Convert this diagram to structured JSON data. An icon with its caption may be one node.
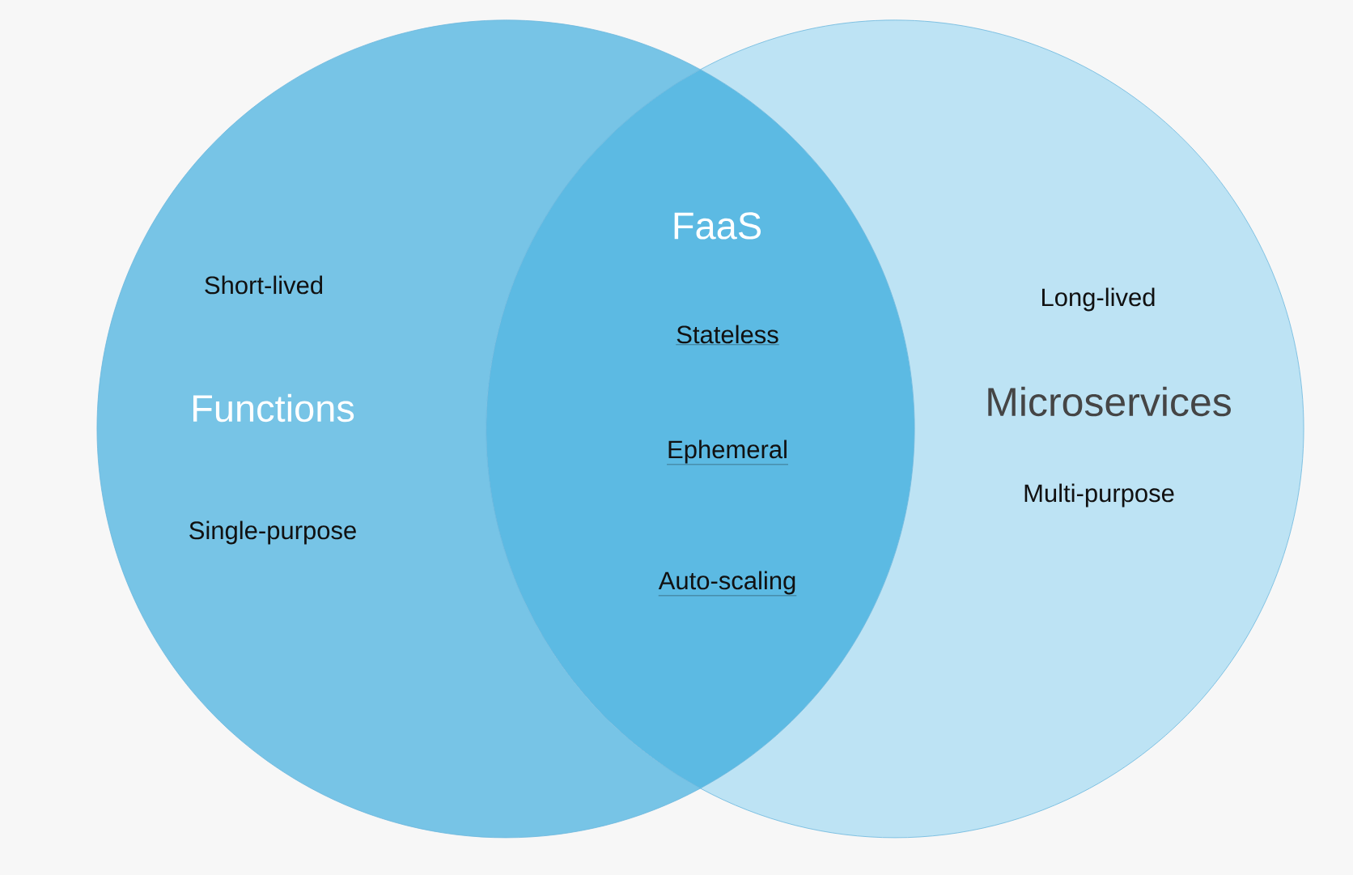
{
  "diagram": {
    "nodes": [
      {
        "text": [
          "Short-lived",
          "Functions",
          "Single-purpose"
        ]
      },
      {
        "text": [
          "Long-lived",
          "Microservices",
          "Multi-purpose"
        ]
      },
      {
        "text": [
          "FaaS",
          "Stateless",
          "Ephemeral",
          "Auto-scaling"
        ]
      }
    ]
  }
}
